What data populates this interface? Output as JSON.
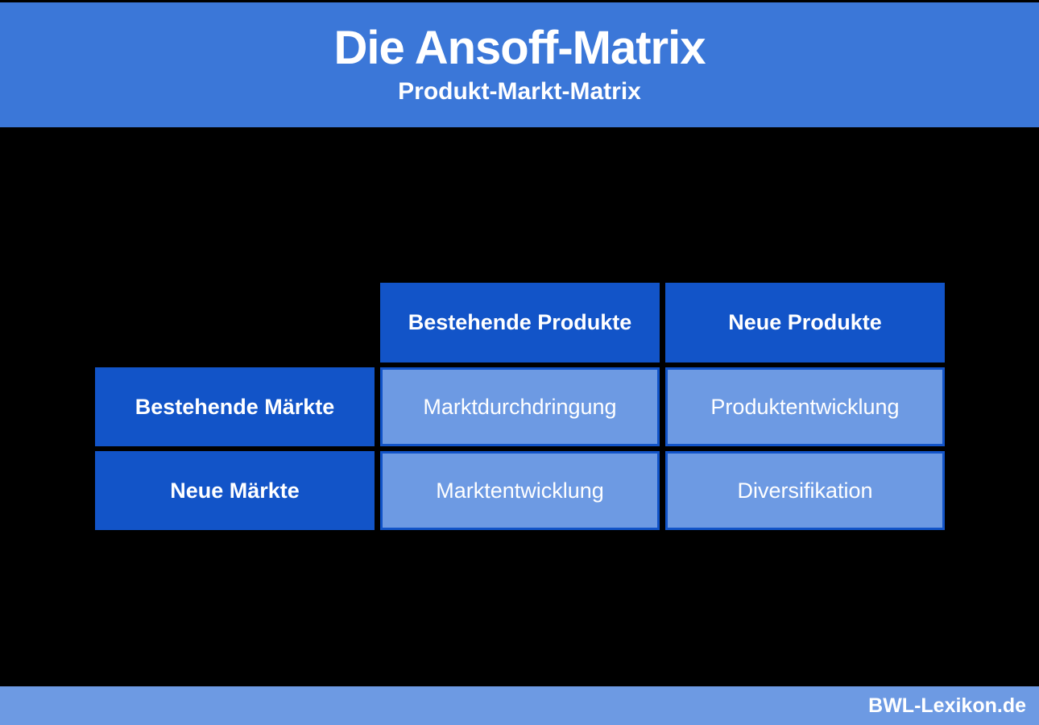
{
  "header": {
    "title": "Die Ansoff-Matrix",
    "subtitle": "Produkt-Markt-Matrix"
  },
  "matrix": {
    "column_headers": [
      "Bestehende Produkte",
      "Neue Produkte"
    ],
    "row_headers": [
      "Bestehende Märkte",
      "Neue Märkte"
    ],
    "cells": [
      [
        "Marktdurchdringung",
        "Produktentwicklung"
      ],
      [
        "Marktentwicklung",
        "Diversifikation"
      ]
    ]
  },
  "footer": {
    "brand": "BWL-Lexikon.de"
  },
  "colors": {
    "background": "#000000",
    "header_band": "#3b77d8",
    "dark_cell": "#1254c8",
    "light_cell": "#6d9ae3",
    "light_cell_border": "#1254c8",
    "footer_band": "#6d9ae3",
    "text": "#ffffff"
  }
}
